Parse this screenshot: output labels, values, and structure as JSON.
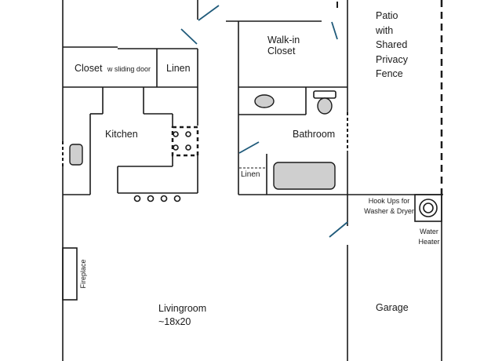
{
  "rooms": {
    "closet": "Closet",
    "closet_note": "w sliding door",
    "linen_top": "Linen",
    "walkin": [
      "Walk-in",
      "Closet"
    ],
    "patio": [
      "Patio",
      "with",
      "Shared",
      "Privacy",
      "Fence"
    ],
    "kitchen": "Kitchen",
    "bathroom": "Bathroom",
    "linen_bath": "Linen",
    "hookups": [
      "Hook Ups for",
      "Washer & Dryer"
    ],
    "water_heater": [
      "Water",
      "Heater"
    ],
    "fireplace": "Fireplace",
    "livingroom": [
      "Livingroom",
      "~18x20"
    ],
    "garage": "Garage"
  },
  "colors": {
    "wall": "#1a1a1a",
    "door": "#1f5a7a",
    "fixture_fill": "#cfcfcf"
  }
}
